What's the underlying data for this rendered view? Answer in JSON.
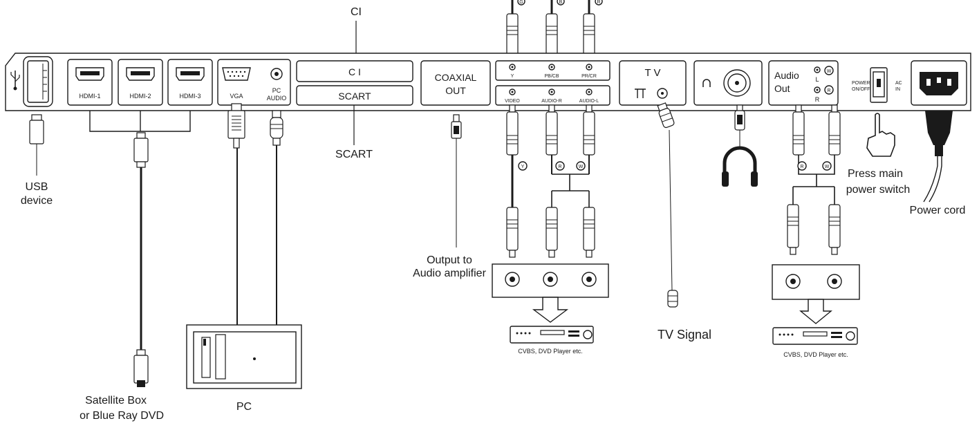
{
  "panel": {
    "hdmi_1": "HDMI-1",
    "hdmi_2": "HDMI-2",
    "hdmi_3": "HDMI-3",
    "vga": "VGA",
    "pc_audio_1": "PC",
    "pc_audio_2": "AUDIO",
    "ci": "C I",
    "scart": "SCART",
    "coaxial_1": "COAXIAL",
    "coaxial_2": "OUT",
    "comp_y": "Y",
    "comp_pb": "PB/CB",
    "comp_pr": "PR/CR",
    "video": "VIDEO",
    "audio_r": "AUDIO-R",
    "audio_l": "AUDIO-L",
    "tv": "T V",
    "audio_out_1": "Audio",
    "audio_out_2": "Out",
    "audio_out_l": "L",
    "audio_out_r": "R",
    "power_1": "POWER",
    "power_2": "ON/OFF",
    "ac_1": "AC",
    "ac_2": "IN"
  },
  "markers": {
    "g": "G",
    "b": "B",
    "r": "R",
    "y": "Y",
    "w": "W"
  },
  "labels": {
    "ci_top": "CI",
    "scart_below": "SCART",
    "usb_1": "USB",
    "usb_2": "device",
    "satellite_1": "Satellite Box",
    "satellite_2": "or Blue Ray DVD",
    "pc": "PC",
    "amp_1": "Output to",
    "amp_2": "Audio amplifier",
    "cvbs_1": "CVBS, DVD Player etc.",
    "tv_signal": "TV Signal",
    "cvbs_2": "CVBS, DVD Player etc.",
    "press_1": "Press main",
    "press_2": "power switch",
    "power_cord": "Power cord"
  }
}
